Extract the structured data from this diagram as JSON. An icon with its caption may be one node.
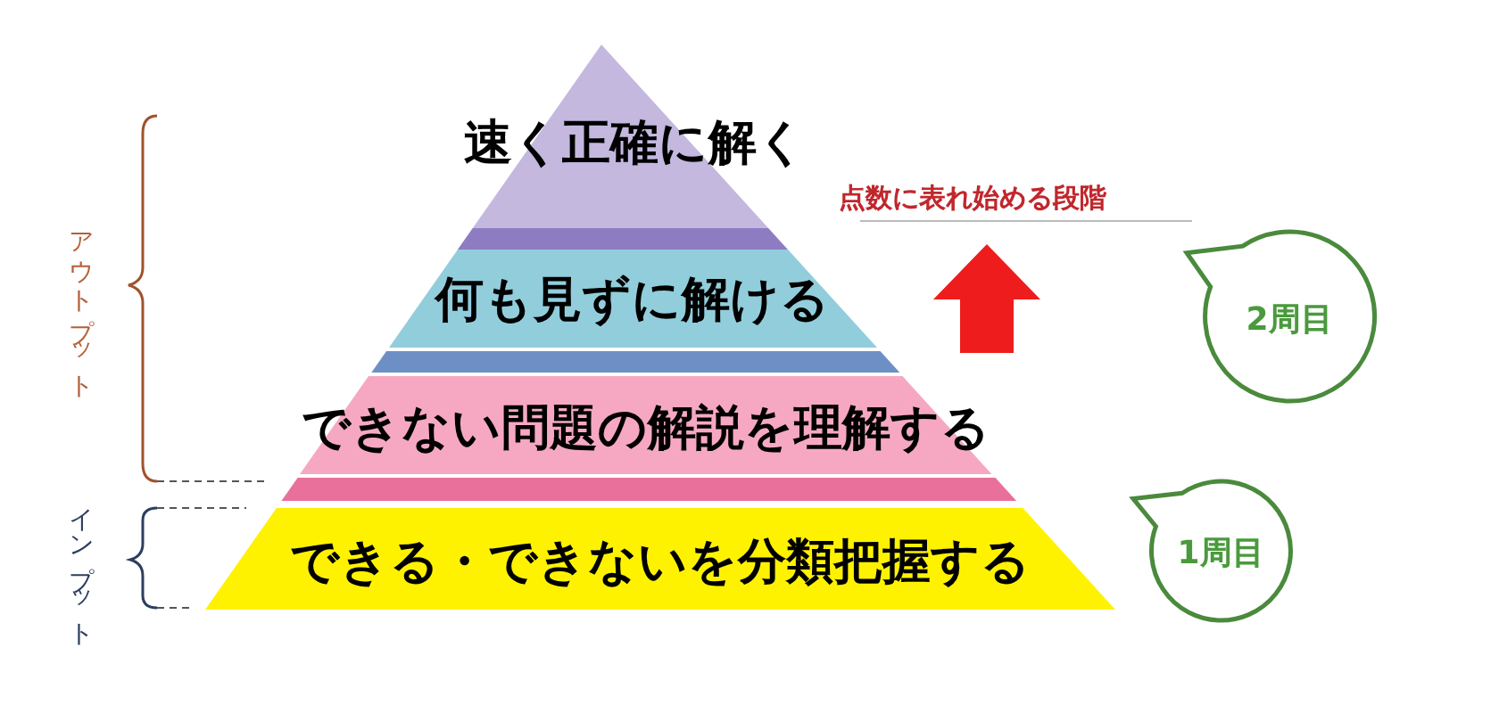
{
  "diagram": {
    "nodes": [
      {
        "text": [
          "速く正確に解く"
        ]
      },
      {
        "text": [
          "何も見ずに解ける"
        ]
      },
      {
        "text": [
          "できない問題の解説を理解する"
        ]
      },
      {
        "text": [
          "できる・できないを分類把握する"
        ]
      },
      {
        "text": [
          "2周目"
        ]
      },
      {
        "text": [
          "1周目"
        ]
      }
    ],
    "edges": [],
    "labels": [
      "アウトプット",
      "点数に表れ始める段階",
      "インプット"
    ]
  }
}
